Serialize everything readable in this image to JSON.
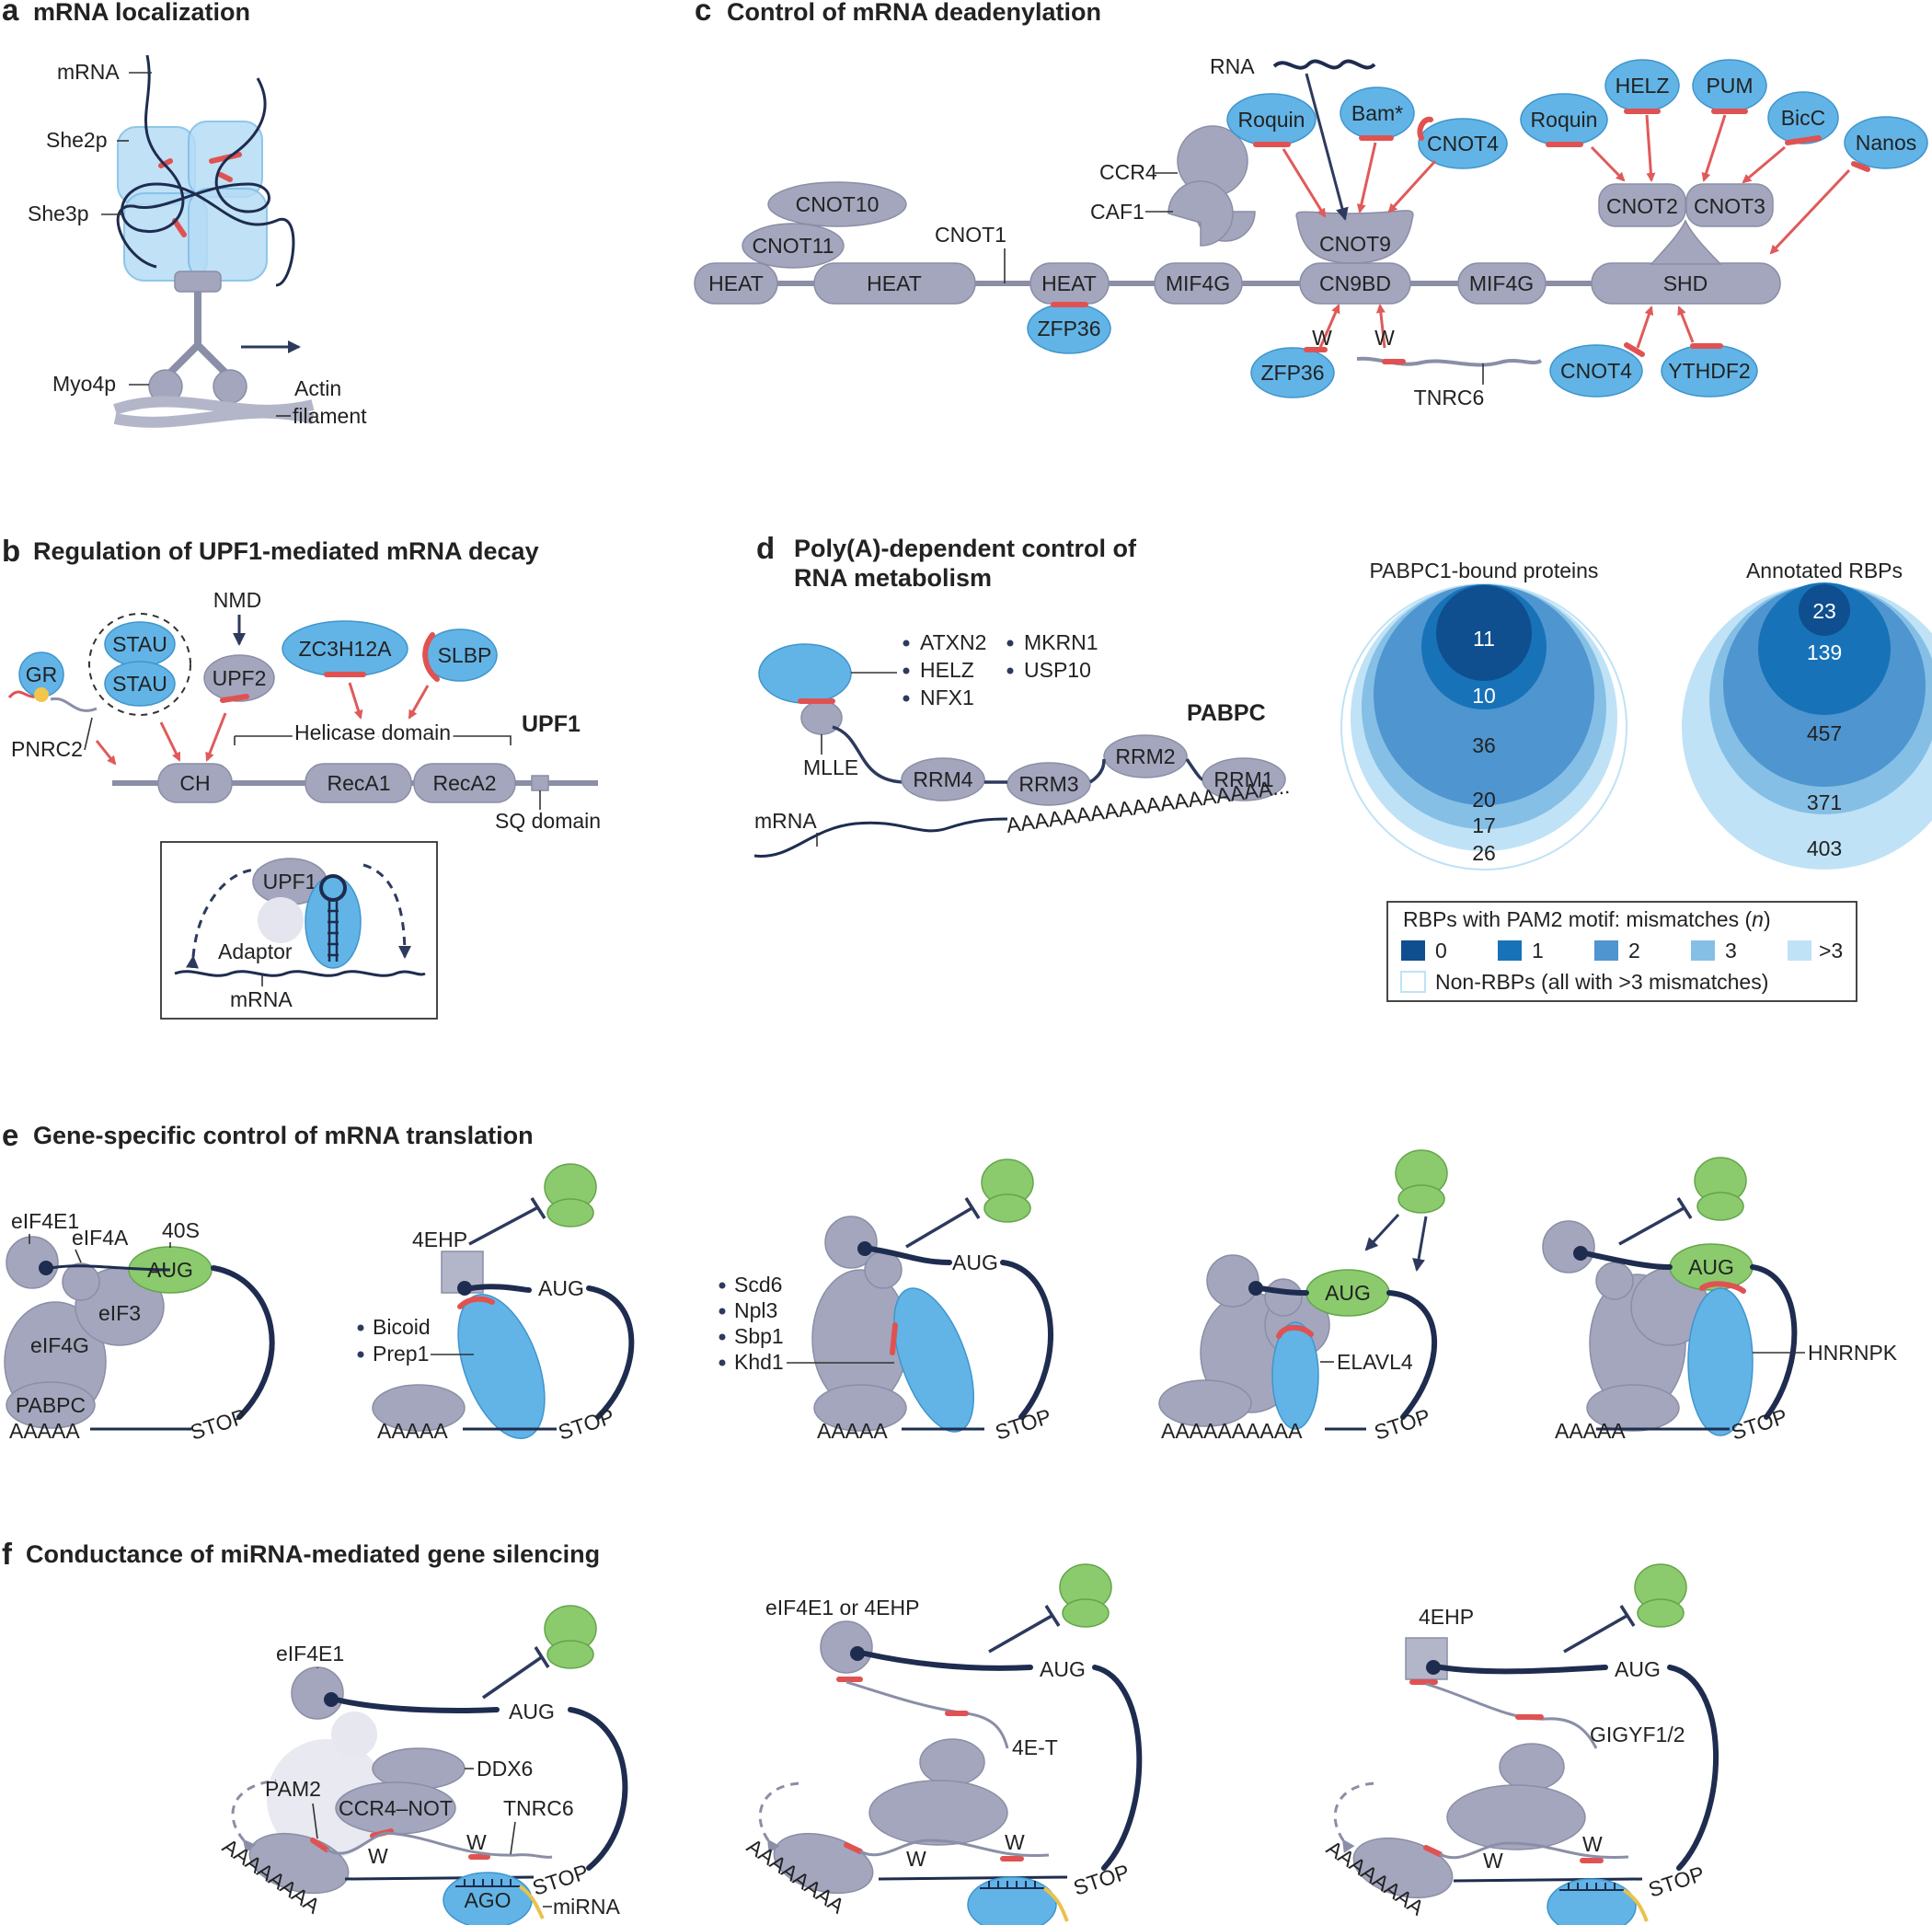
{
  "panels": {
    "a": {
      "letter": "a",
      "title": "mRNA localization",
      "labels": [
        "mRNA",
        "She2p",
        "She3p",
        "Myo4p",
        "Actin",
        "filament"
      ]
    },
    "b": {
      "letter": "b",
      "title": "Regulation of UPF1-mediated mRNA decay",
      "labels": {
        "gr": "GR",
        "pnrc2": "PNRC2",
        "stau": "STAU",
        "nmd": "NMD",
        "upf2": "UPF2",
        "zc3h12a": "ZC3H12A",
        "slbp": "SLBP",
        "helicase": "Helicase domain",
        "upf1": "UPF1",
        "ch": "CH",
        "reca1": "RecA1",
        "reca2": "RecA2",
        "sq": "SQ domain",
        "inset_upf1": "UPF1",
        "adaptor": "Adaptor",
        "mrna": "mRNA"
      }
    },
    "c": {
      "letter": "c",
      "title": "Control of mRNA deadenylation",
      "labels": {
        "rna": "RNA",
        "roquin": "Roquin",
        "bam": "Bam*",
        "cnot4": "CNOT4",
        "helz": "HELZ",
        "pum": "PUM",
        "bicc": "BicC",
        "nanos": "Nanos",
        "ccr4": "CCR4",
        "caf1": "CAF1",
        "cnot10": "CNOT10",
        "cnot11": "CNOT11",
        "cnot1": "CNOT1",
        "cnot9": "CNOT9",
        "cnot2": "CNOT2",
        "cnot3": "CNOT3",
        "heat": "HEAT",
        "mif4g": "MIF4G",
        "cn9bd": "CN9BD",
        "shd": "SHD",
        "zfp36": "ZFP36",
        "w": "W",
        "tnrc6": "TNRC6",
        "ythdf2": "YTHDF2"
      }
    },
    "d": {
      "letter": "d",
      "title_line1": "Poly(A)-dependent control of",
      "title_line2": "RNA metabolism",
      "bullets_col1": [
        "ATXN2",
        "HELZ",
        "NFX1"
      ],
      "bullets_col2": [
        "MKRN1",
        "USP10"
      ],
      "labels": {
        "mlle": "MLLE",
        "pabpc": "PABPC",
        "mrna": "mRNA",
        "rrm4": "RRM4",
        "rrm3": "RRM3",
        "rrm2": "RRM2",
        "rrm1": "RRM1",
        "polya": "AAAAAAAAAAAAAAAAAAA..."
      },
      "venn1": {
        "title": "PABPC1-bound proteins",
        "values": [
          "11",
          "10",
          "36",
          "20",
          "17",
          "26"
        ]
      },
      "venn2": {
        "title": "Annotated RBPs",
        "values": [
          "23",
          "139",
          "457",
          "371",
          "403"
        ]
      },
      "legend": {
        "title": "RBPs with PAM2 motif: mismatches (",
        "title_n": "n",
        "title_end": ")",
        "items": [
          {
            "label": "0",
            "color": "#0f4f8f"
          },
          {
            "label": "1",
            "color": "#1872b8"
          },
          {
            "label": "2",
            "color": "#4f95cf"
          },
          {
            "label": "3",
            "color": "#86bfe6"
          },
          {
            "label": ">3",
            "color": "#bfe2f6"
          }
        ],
        "nonrbp": "Non-RBPs (all with >3 mismatches)"
      }
    },
    "e": {
      "letter": "e",
      "title": "Gene-specific control of mRNA translation",
      "labels": {
        "eif4e1": "eIF4E1",
        "eif4a": "eIF4A",
        "40s": "40S",
        "aug": "AUG",
        "eif4g": "eIF4G",
        "eif3": "eIF3",
        "pabpc": "PABPC",
        "aaaaa": "AAAAA",
        "stop": "STOP",
        "4ehp": "4EHP",
        "aaaaaaaaaa": "AAAAAAAAAA",
        "elavl4": "ELAVL4",
        "hnrnpk": "HNRNPK"
      },
      "bullets1": [
        "Bicoid",
        "Prep1"
      ],
      "bullets2": [
        "Scd6",
        "Npl3",
        "Sbp1",
        "Khd1"
      ]
    },
    "f": {
      "letter": "f",
      "title": "Conductance of miRNA-mediated gene silencing",
      "labels": {
        "eif4e1": "eIF4E1",
        "ddx6": "DDX6",
        "aug": "AUG",
        "pam2": "PAM2",
        "ccr4not": "CCR4–NOT",
        "tnrc6": "TNRC6",
        "w": "W",
        "stop": "STOP",
        "ago": "AGO",
        "mirna": "miRNA",
        "polya": "AAAAAAAA",
        "eif4e1or4ehp": "eIF4E1 or 4EHP",
        "4et": "4E-T",
        "4ehp": "4EHP",
        "gigyf": "GIGYF1/2"
      }
    }
  }
}
